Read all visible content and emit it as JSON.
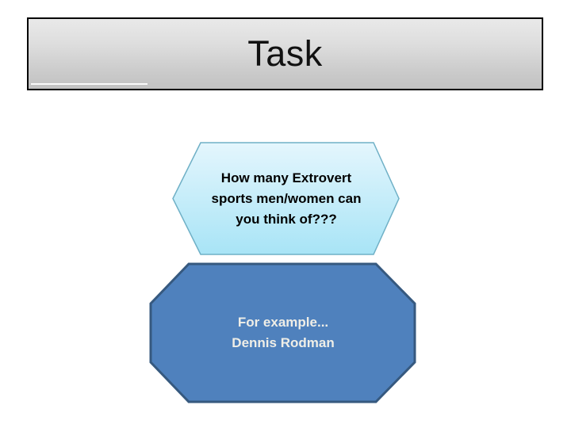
{
  "slide": {
    "title": "Task",
    "shapes": {
      "hexagon": {
        "text": "How many Extrovert\nsports men/women can\nyou think of???",
        "fill_top": "#e4f6fd",
        "fill_bottom": "#a8e4f6",
        "border_color": "#6fb0c6",
        "text_color": "#000000"
      },
      "octagon": {
        "text": "For example...\nDennis Rodman",
        "fill": "#4f81bd",
        "border_color": "#36597f",
        "text_color": "#efeee7"
      }
    }
  }
}
